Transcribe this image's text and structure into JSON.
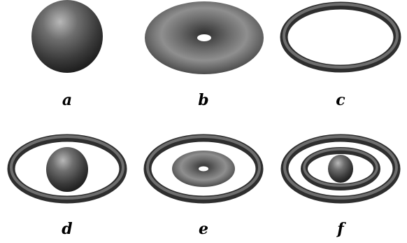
{
  "figure": {
    "labels": [
      "a",
      "b",
      "c",
      "d",
      "e",
      "f"
    ]
  },
  "colors": {
    "shape_light": "#bdbdbd",
    "shape_mid": "#6a6a6a",
    "shape_dark": "#2a2a2a",
    "background": "#ffffff"
  }
}
